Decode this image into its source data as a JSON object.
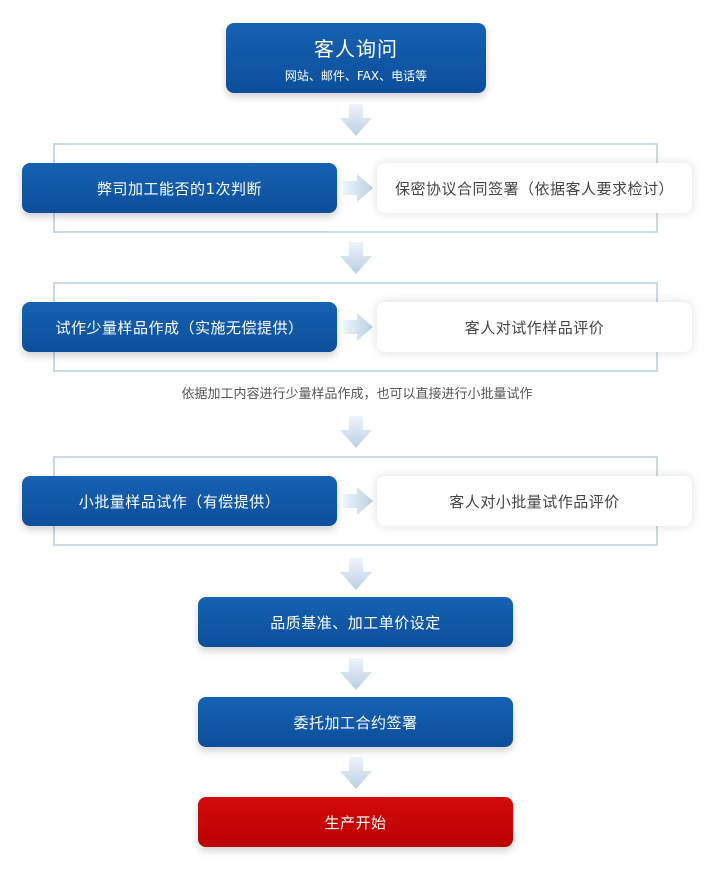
{
  "inquiry": {
    "title": "客人询问",
    "subtitle": "网站、邮件、FAX、电话等"
  },
  "stage1": {
    "left": "弊司加工能否的1次判断",
    "right": "保密协议合同签署（依据客人要求检讨）"
  },
  "stage2": {
    "left": "试作少量样品作成（实施无偿提供）",
    "right": "客人对试作样品评价"
  },
  "note": "依据加工内容进行少量样品作成，也可以直接进行小批量试作",
  "stage3": {
    "left": "小批量样品试作（有偿提供）",
    "right": "客人对小批量试作品评价"
  },
  "steps": {
    "quality": "品质基准、加工单价设定",
    "contract": "委托加工合约签署",
    "production": "生产开始"
  },
  "colors": {
    "box_blue": "#0c5aa8",
    "box_red": "#c40000",
    "frame_border": "#c9d9e8",
    "arrow": "#c7d8ea"
  }
}
